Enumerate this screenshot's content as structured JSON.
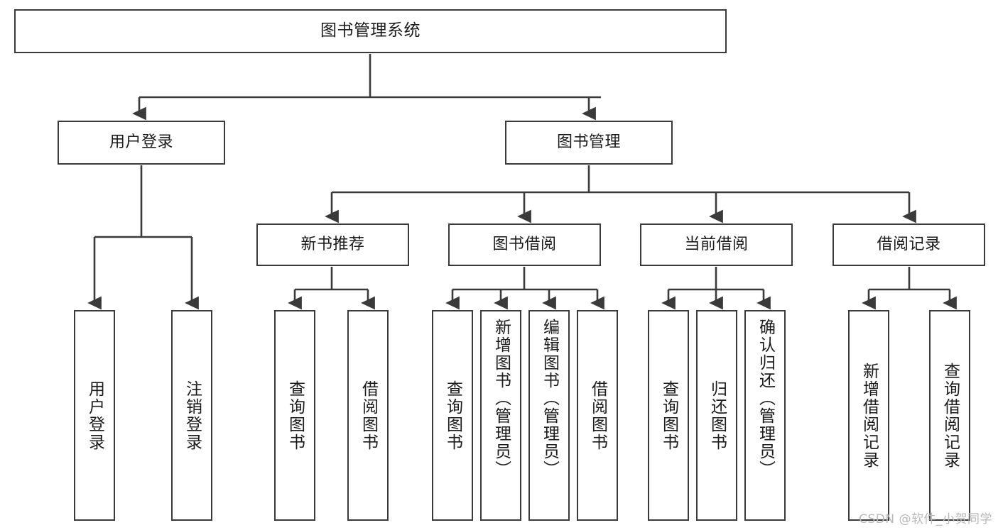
{
  "diagram": {
    "title": "图书管理系统",
    "type": "tree-hierarchy-chart",
    "colors": {
      "border": "#3a3a3a",
      "fill": "#ffffff",
      "text": "#1b1b1b",
      "watermark": "#b9b9b9",
      "background": "#ffffff"
    },
    "root": {
      "label": "图书管理系统"
    },
    "level2": [
      {
        "label": "用户登录"
      },
      {
        "label": "图书管理"
      }
    ],
    "level3": [
      {
        "label": "新书推荐"
      },
      {
        "label": "图书借阅"
      },
      {
        "label": "当前借阅"
      },
      {
        "label": "借阅记录"
      }
    ],
    "leaves": {
      "user_login": [
        {
          "label": "用户登录"
        },
        {
          "label": "注销登录"
        }
      ],
      "new_book_recommend": [
        {
          "label": "查询图书"
        },
        {
          "label": "借阅图书"
        }
      ],
      "book_borrow": [
        {
          "label": "查询图书"
        },
        {
          "label": "新增图书（管理员）"
        },
        {
          "label": "编辑图书（管理员）"
        },
        {
          "label": "借阅图书"
        }
      ],
      "current_borrow": [
        {
          "label": "查询图书"
        },
        {
          "label": "归还图书"
        },
        {
          "label": "确认归还（管理员）"
        }
      ],
      "borrow_record": [
        {
          "label": "新增借阅记录"
        },
        {
          "label": "查询借阅记录"
        }
      ]
    }
  },
  "watermark": {
    "text": "CSDN @软件_小贺同学"
  }
}
